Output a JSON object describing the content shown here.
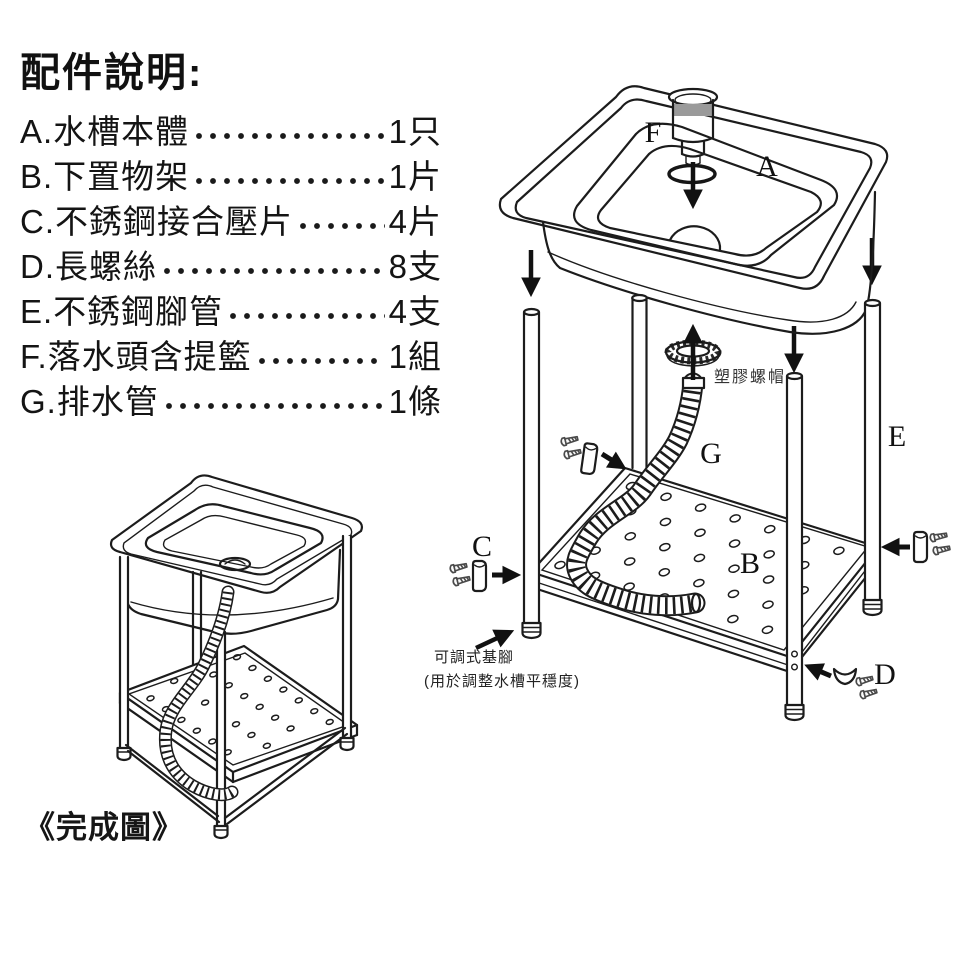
{
  "parts_list": {
    "title": "配件說明:",
    "items": [
      {
        "label": "A.水槽本體",
        "qty": "1只"
      },
      {
        "label": "B.下置物架",
        "qty": "1片"
      },
      {
        "label": "C.不銹鋼接合壓片",
        "qty": "4片"
      },
      {
        "label": "D.長螺絲",
        "qty": "8支"
      },
      {
        "label": "E.不銹鋼腳管",
        "qty": "4支"
      },
      {
        "label": "F.落水頭含提籃",
        "qty": "1組"
      },
      {
        "label": "G.排水管",
        "qty": "1條"
      }
    ]
  },
  "diagram": {
    "labels": {
      "A": "A",
      "B": "B",
      "C": "C",
      "D": "D",
      "E": "E",
      "F": "F",
      "G": "G"
    },
    "annotations": {
      "plastic_nut": "塑膠螺帽",
      "adjustable_foot_line1": "可調式基腳",
      "adjustable_foot_line2": "(用於調整水槽平穩度)"
    }
  },
  "completed_figure": {
    "caption": "《完成圖》"
  },
  "colors": {
    "line": "#1c1c1c",
    "background": "#ffffff",
    "shade": "#9a9a9a"
  }
}
